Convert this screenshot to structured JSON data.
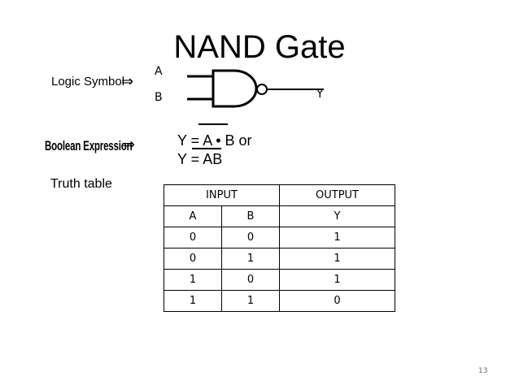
{
  "slide": {
    "title": "NAND Gate",
    "logic_symbol_label": "Logic Symbol",
    "arrow": "⇒",
    "input_a": "A",
    "input_b": "B",
    "output_y": "Y",
    "boolean_label": "Boolean Expression",
    "expression_line1": "Y = A • B  or",
    "expression_line2": "Y = AB",
    "truth_table_label": "Truth table",
    "page_number": "13"
  },
  "truth_table": {
    "group_headers": [
      "INPUT",
      "OUTPUT"
    ],
    "sub_headers": [
      "A",
      "B",
      "Y"
    ],
    "rows": [
      [
        "0",
        "0",
        "1"
      ],
      [
        "0",
        "1",
        "1"
      ],
      [
        "1",
        "0",
        "1"
      ],
      [
        "1",
        "1",
        "0"
      ]
    ]
  }
}
